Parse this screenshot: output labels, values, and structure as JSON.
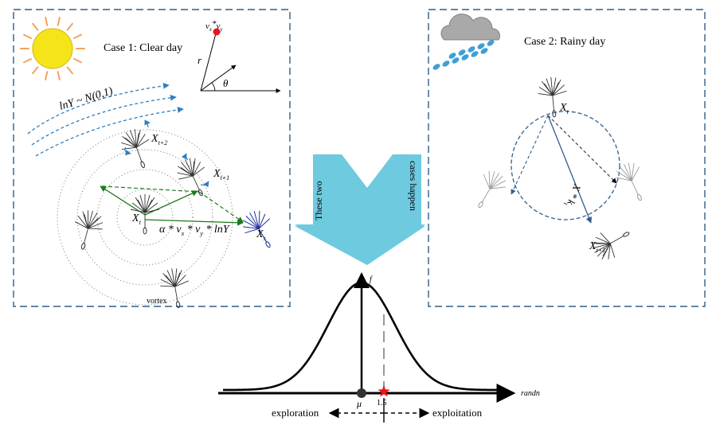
{
  "colors": {
    "panel_border": "#2f5f8a",
    "arrow_fill": "#6ecadf",
    "wind": "#2e7fc0",
    "sun": "#f5e41a",
    "sun_rays": "#f5a25a",
    "cloud": "#a9a9a9",
    "rain": "#3d9fd8",
    "green_path": "#1a7a1a",
    "blue_seed": "#1f2fa0",
    "marker": "#e8141f",
    "curve": "#000000"
  },
  "panels": {
    "clear": {
      "title": "Case 1: Clear day",
      "icon": "sun-icon"
    },
    "rainy": {
      "title": "Case 2: Rainy day",
      "icon": "rain-cloud-icon"
    }
  },
  "case1": {
    "vel_top_a": "v",
    "vel_top_a_sub": "x",
    "vel_top_star": "*",
    "vel_top_b": "v",
    "vel_top_b_sub": "y",
    "r_label": "r",
    "theta_label": "θ",
    "lognormal": "lnY ~ N(0,1)",
    "x_t2": "X",
    "x_t2_sub": "t+2",
    "x_t1": "X",
    "x_t1_sub": "t+1",
    "x_t": "X",
    "x_t_sub": "t",
    "x_s": "X",
    "x_s_sub": "s",
    "formula": "α * v",
    "formula_sub1": "x",
    "formula_mid": " * v",
    "formula_sub2": "y",
    "formula_end": " * lnY",
    "vortex": "vortex"
  },
  "case2": {
    "x_t": "X",
    "x_t_sub": "t",
    "x_t1": "X",
    "x_t1_sub": "t+1",
    "k_label": "X * k",
    "k_sub": "t"
  },
  "arrow_text": {
    "left": "These two",
    "right": "cases happen"
  },
  "distribution": {
    "y_label": "f",
    "x_label": "randn",
    "mu": "μ",
    "marker_value": "1.5",
    "exploration": "exploration",
    "exploitation": "exploitation"
  }
}
